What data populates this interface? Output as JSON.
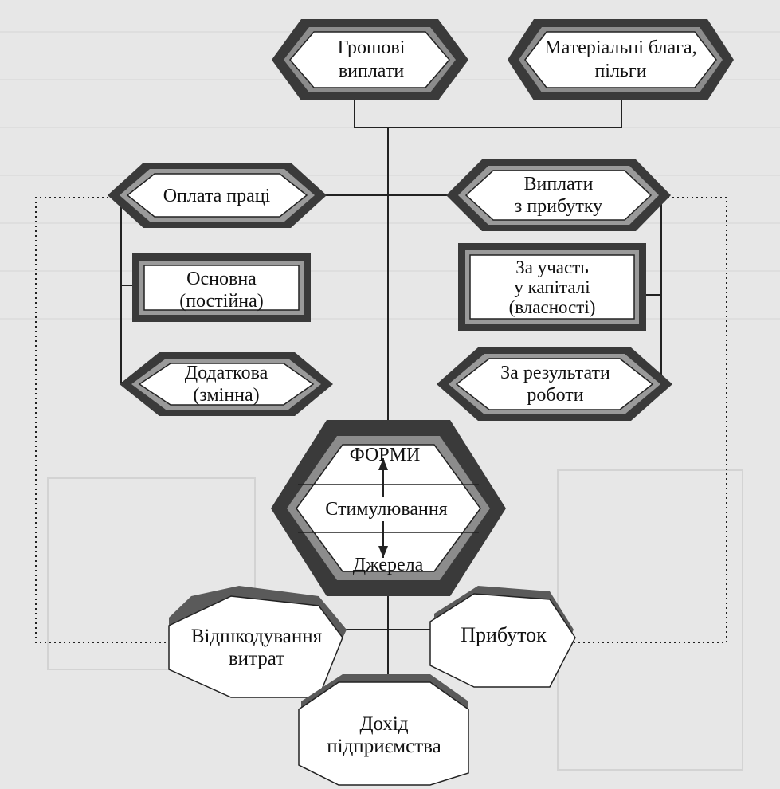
{
  "nodes": {
    "money_payments": [
      "Грошові",
      "виплати"
    ],
    "material_benefits": [
      "Матеріальні блага,",
      "пільги"
    ],
    "wages": [
      "Оплата праці"
    ],
    "profit_payments": [
      "Виплати",
      "з прибутку"
    ],
    "basic": [
      "Основна",
      "(постійна)"
    ],
    "capital_share": [
      "За участь",
      "у капіталі",
      "(власності)"
    ],
    "additional": [
      "Додаткова",
      "(змінна)"
    ],
    "work_results": [
      "За результати",
      "роботи"
    ],
    "forms": [
      "ФОРМИ"
    ],
    "stimulation": [
      "Стимулювання"
    ],
    "sources": [
      "Джерела"
    ],
    "cost_reimbursement": [
      "Відшкодування",
      "витрат"
    ],
    "profit": [
      "Прибуток"
    ],
    "enterprise_income": [
      "Дохід",
      "підприємства"
    ]
  },
  "colors": {
    "background": "#e7e7e7",
    "line": "#222222",
    "frame_dark": "#3a3a3a",
    "frame_mid": "#8c8c8c",
    "frame_light": "#cfcfcf",
    "fill": "#ffffff"
  }
}
